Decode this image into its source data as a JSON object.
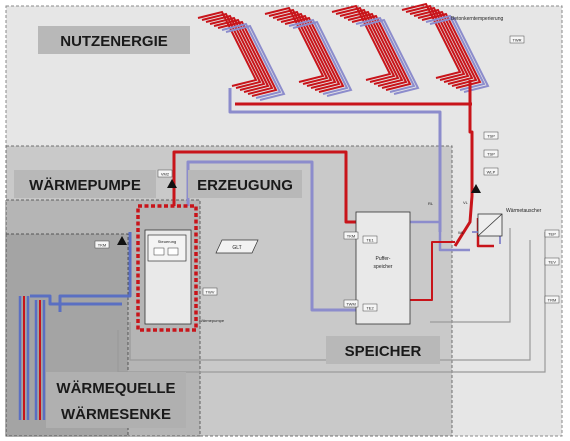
{
  "colors": {
    "page_bg": "#ffffff",
    "nutzenergie_zone": "#e6e6e6",
    "erzeugung_zone": "#c9c9c9",
    "waermepumpe_zone": "#b5b5b5",
    "quelle_zone": "#a4a4a4",
    "label_box": "#b8b8b8",
    "hot_pipe": "#c8141a",
    "cold_pipe": "#5a6fc2",
    "return_pipe": "#8c8ccc",
    "panel": "#e9e9e9"
  },
  "sections": {
    "nutzenergie": "NUTZENERGIE",
    "waermepumpe": "WÄRMEPUMPE",
    "erzeugung": "ERZEUGUNG",
    "speicher": "SPEICHER",
    "quelle_line1": "WÄRMEQUELLE",
    "quelle_line2": "WÄRMESENKE"
  },
  "labels": {
    "betonkern": "Betonkerntemperierung",
    "waermetauscher": "Wärmetauscher",
    "glt": "GLT",
    "puffer_line1": "Puffer-",
    "puffer_line2": "speicher",
    "steuerung": "Steuerung",
    "waermepumpe_unit": "Wärmepumpe",
    "rl": "RL",
    "vl": "VL",
    "wl": "WL"
  },
  "sensor_tags": [
    "VM2",
    "TKM",
    "TKM",
    "TWM",
    "TE1",
    "TE2",
    "TSP",
    "TSP",
    "WLP",
    "TEP",
    "TEV",
    "TRM",
    "TWR",
    "TWV"
  ]
}
